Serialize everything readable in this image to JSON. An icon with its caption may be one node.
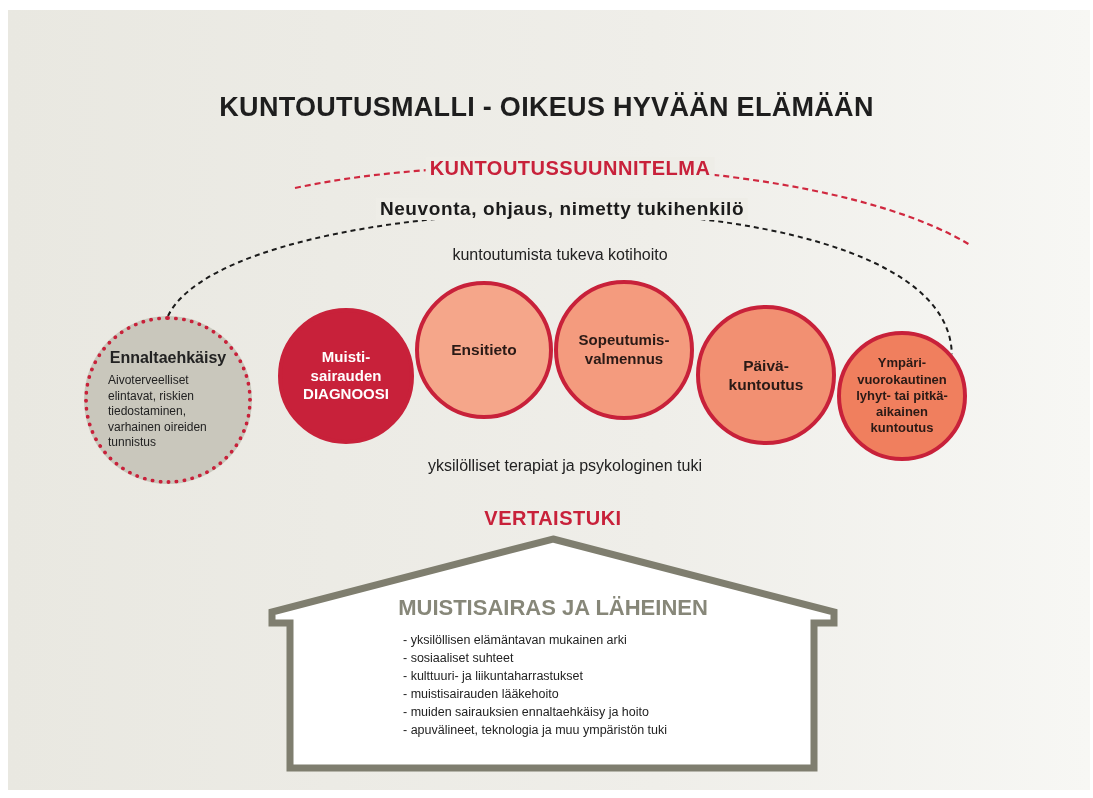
{
  "diagram": {
    "title": "KUNTOUTUSMALLI - OIKEUS HYVÄÄN ELÄMÄÄN",
    "nodes": [
      {
        "text": [
          "Ennaltaehkäisy",
          "Aivoterveelliset elintavat, riskien tiedostaminen, varhainen oireiden tunnistus"
        ]
      },
      {
        "text": [
          "Muisti- sairauden DIAGNOOSI"
        ]
      },
      {
        "text": [
          "Ensitieto"
        ]
      },
      {
        "text": [
          "Sopeutumis- valmennus"
        ]
      },
      {
        "text": [
          "Päivä- kuntoutus"
        ]
      },
      {
        "text": [
          "Ympäri- vuorokautinen lyhyt- tai pitkä- aikainen kuntoutus"
        ]
      },
      {
        "text": [
          "MUISTISAIRAS JA LÄHEINEN",
          "- yksilöllisen elämäntavan mukainen arki",
          "- sosiaaliset suhteet",
          "- kulttuuri- ja liikuntaharrastukset",
          "- muistisairauden lääkehoito",
          "- muiden sairauksien ennaltaehkäisy ja hoito",
          "- apuvälineet, teknologia ja muu ympäristön tuki"
        ],
        "beside": [
          "VERTAISTUKI"
        ]
      }
    ],
    "edges": [
      {
        "from": 0,
        "to": 5,
        "arrow": "none",
        "label": "Neuvonta, ohjaus, nimetty tukihenkilö",
        "style": "dashed"
      }
    ],
    "labels": [
      "KUNTOUTUSSUUNNITELMA",
      "kuntoutumista tukeva kotihoito",
      "yksilölliset terapiat ja psykologinen tuki"
    ]
  }
}
